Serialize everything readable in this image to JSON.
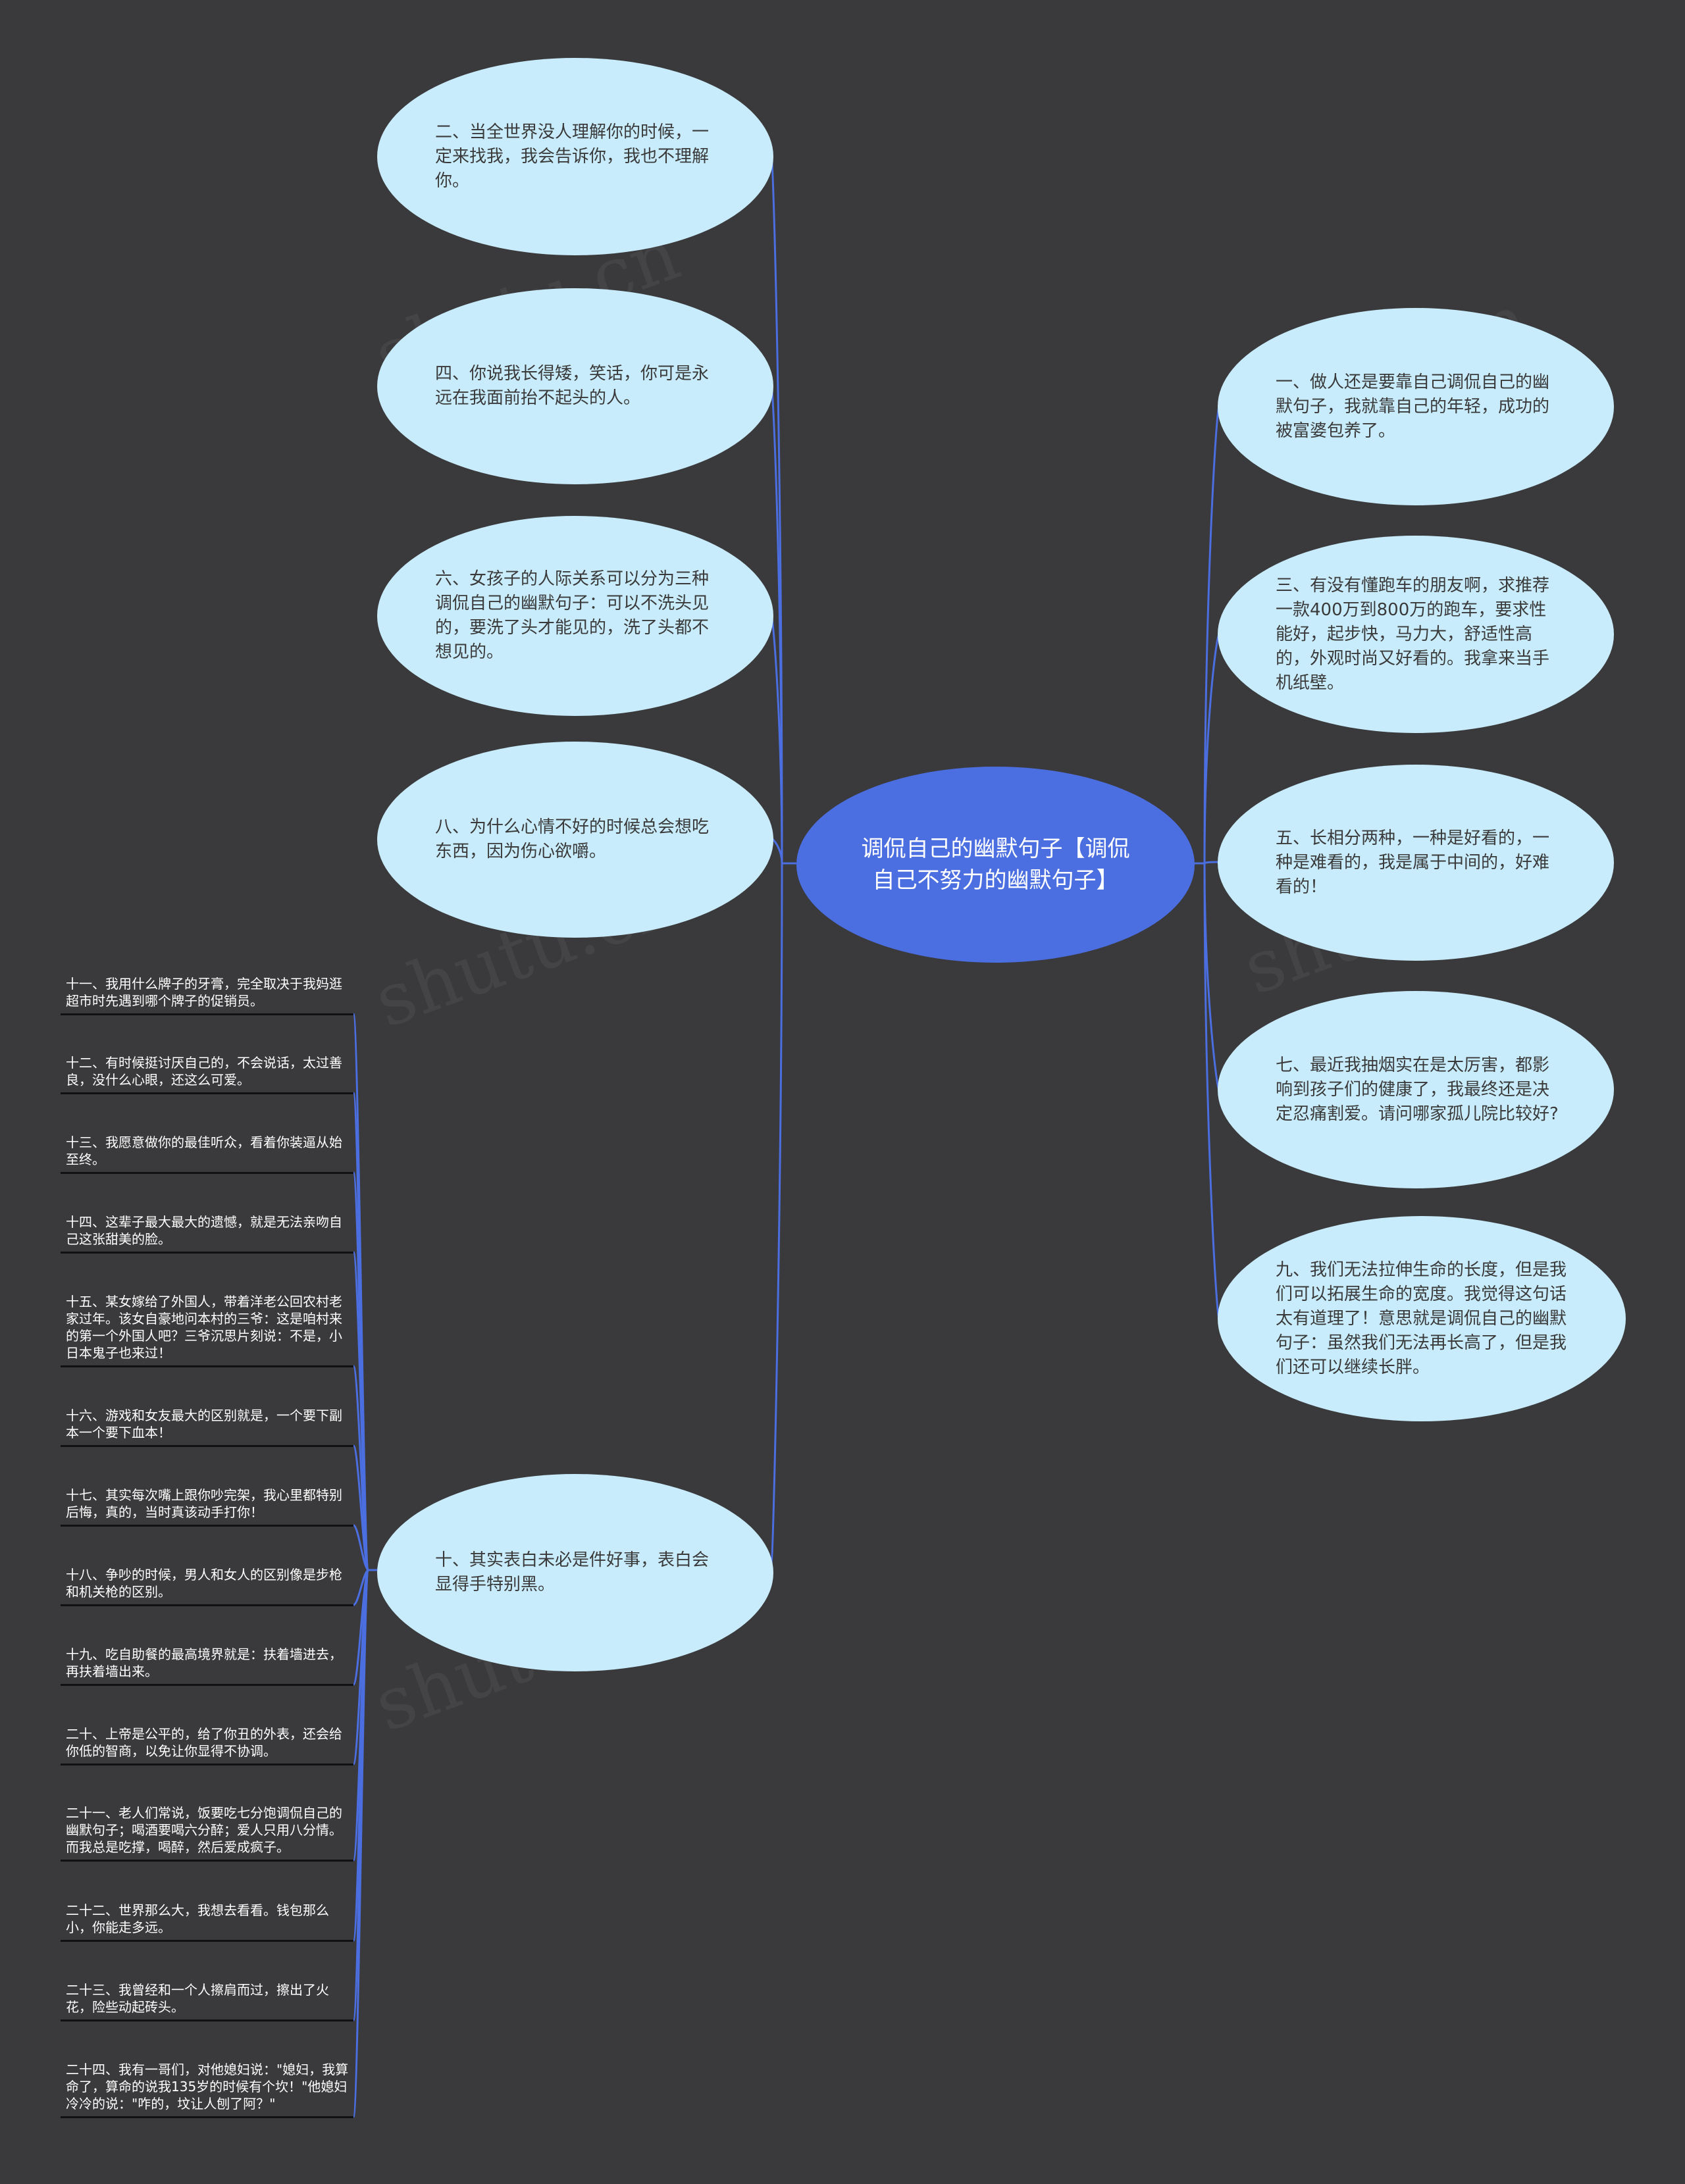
{
  "center": {
    "text": "调侃自己的幽默句子【调侃自己不努力的幽默句子】"
  },
  "left_nodes": [
    {
      "id": "l2",
      "text": "二、当全世界没人理解你的时候，一定来找我，我会告诉你，我也不理解你。"
    },
    {
      "id": "l4",
      "text": "四、你说我长得矮，笑话，你可是永远在我面前抬不起头的人。"
    },
    {
      "id": "l6",
      "text": "六、女孩子的人际关系可以分为三种调侃自己的幽默句子：可以不洗头见的，要洗了头才能见的，洗了头都不想见的。"
    },
    {
      "id": "l8",
      "text": "八、为什么心情不好的时候总会想吃东西，因为伤心欲嚼。"
    },
    {
      "id": "l10",
      "text": "十、其实表白未必是件好事，表白会显得手特别黑。"
    }
  ],
  "right_nodes": [
    {
      "id": "r1",
      "text": "一、做人还是要靠自己调侃自己的幽默句子，我就靠自己的年轻，成功的被富婆包养了。"
    },
    {
      "id": "r3",
      "text": "三、有没有懂跑车的朋友啊，求推荐一款400万到800万的跑车，要求性能好，起步快，马力大，舒适性高的，外观时尚又好看的。我拿来当手机纸壁。"
    },
    {
      "id": "r5",
      "text": "五、长相分两种，一种是好看的，一种是难看的，我是属于中间的，好难看的！"
    },
    {
      "id": "r7",
      "text": "七、最近我抽烟实在是太厉害，都影响到孩子们的健康了，我最终还是决定忍痛割爱。请问哪家孤儿院比较好?"
    },
    {
      "id": "r9",
      "text": "九、我们无法拉伸生命的长度，但是我们可以拓展生命的宽度。我觉得这句话太有道理了！意思就是调侃自己的幽默句子：虽然我们无法再长高了，但是我们还可以继续长胖。"
    }
  ],
  "leaf_items": [
    "十一、我用什么牌子的牙膏，完全取决于我妈逛超市时先遇到哪个牌子的促销员。",
    "十二、有时候挺讨厌自己的，不会说话，太过善良，没什么心眼，还这么可爱。",
    "十三、我愿意做你的最佳听众，看着你装逼从始至终。",
    "十四、这辈子最大最大的遗憾，就是无法亲吻自己这张甜美的脸。",
    "十五、某女嫁给了外国人，带着洋老公回农村老家过年。该女自豪地问本村的三爷：这是咱村来的第一个外国人吧？三爷沉思片刻说：不是，小日本鬼子也来过！",
    "十六、游戏和女友最大的区别就是，一个要下副本一个要下血本！",
    "十七、其实每次嘴上跟你吵完架，我心里都特别后悔，真的，当时真该动手打你！",
    "十八、争吵的时候，男人和女人的区别像是步枪和机关枪的区别。",
    "十九、吃自助餐的最高境界就是：扶着墙进去，再扶着墙出来。",
    "二十、上帝是公平的，给了你丑的外表，还会给你低的智商，以免让你显得不协调。",
    "二十一、老人们常说，饭要吃七分饱调侃自己的幽默句子；喝酒要喝六分醉；爱人只用八分情。而我总是吃撑，喝醉，然后爱成疯子。",
    "二十二、世界那么大，我想去看看。钱包那么小，你能走多远。",
    "二十三、我曾经和一个人擦肩而过，擦出了火花，险些动起砖头。",
    "二十四、我有一哥们，对他媳妇说：\"媳妇，我算命了，算命的说我135岁的时候有个坎！\"他媳妇冷冷的说：\"咋的，坟让人刨了阿？\""
  ],
  "colors": {
    "background": "#3a393b",
    "center_fill": "#4b6ee0",
    "node_fill": "#c8ecfb",
    "connector": "#4b6ee0",
    "leaf_divider": "#111111"
  }
}
